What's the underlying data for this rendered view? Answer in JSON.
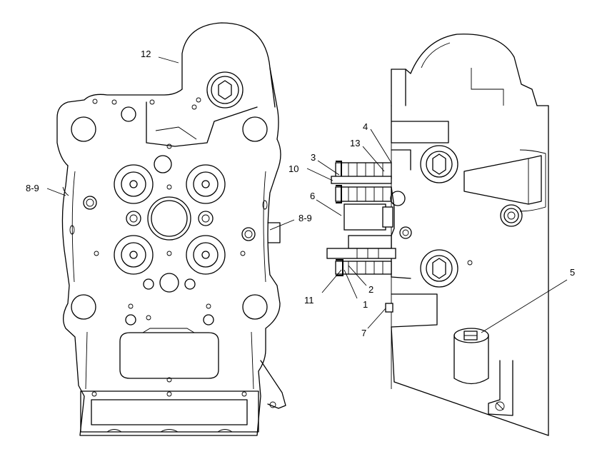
{
  "callouts": {
    "c1": "1",
    "c2": "2",
    "c3": "3",
    "c4": "4",
    "c5": "5",
    "c6": "6",
    "c7": "7",
    "c8_9_left": "8-9",
    "c8_9_right": "8-9",
    "c10": "10",
    "c11": "11",
    "c12": "12",
    "c13": "13"
  }
}
